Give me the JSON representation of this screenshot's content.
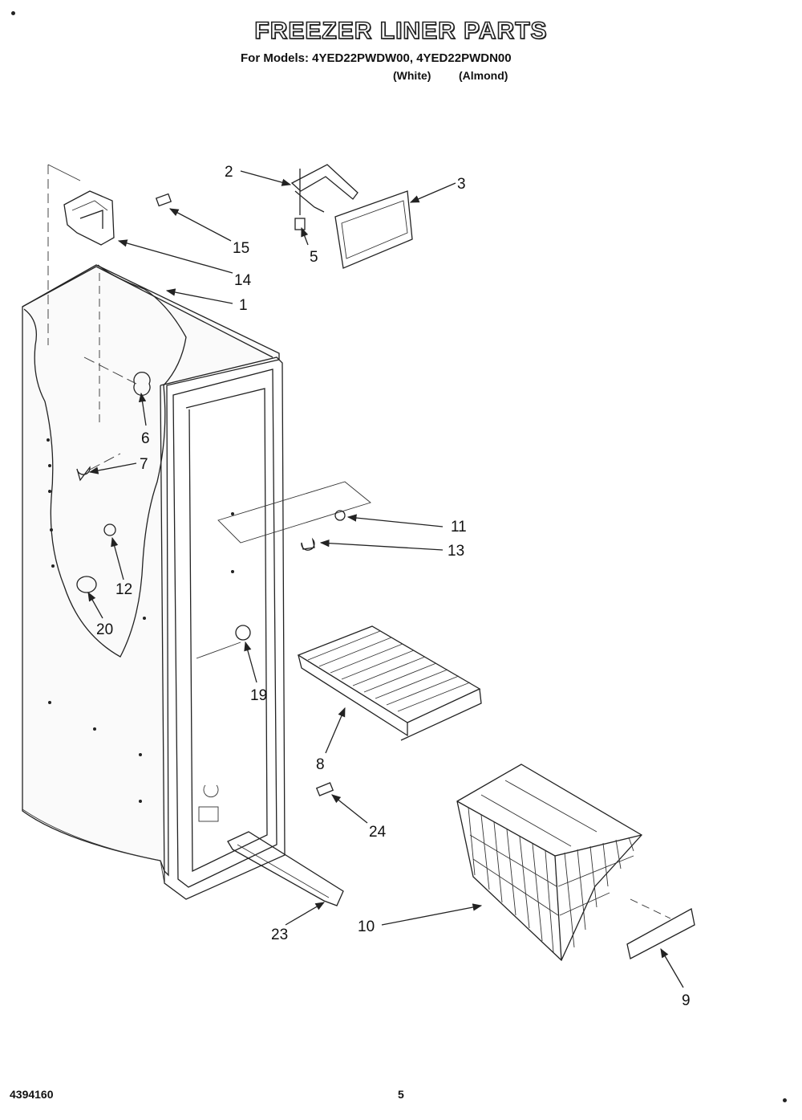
{
  "header": {
    "title": "FREEZER LINER PARTS",
    "models_line": "For Models: 4YED22PWDW00, 4YED22PWDN00",
    "color_white": "(White)",
    "color_almond": "(Almond)"
  },
  "callouts": {
    "c1": "1",
    "c2": "2",
    "c3": "3",
    "c5": "5",
    "c6": "6",
    "c7": "7",
    "c8": "8",
    "c9": "9",
    "c10": "10",
    "c11": "11",
    "c12": "12",
    "c13": "13",
    "c14": "14",
    "c15": "15",
    "c19": "19",
    "c20": "20",
    "c23": "23",
    "c24": "24"
  },
  "footer": {
    "document_number": "4394160",
    "page_number": "5"
  }
}
